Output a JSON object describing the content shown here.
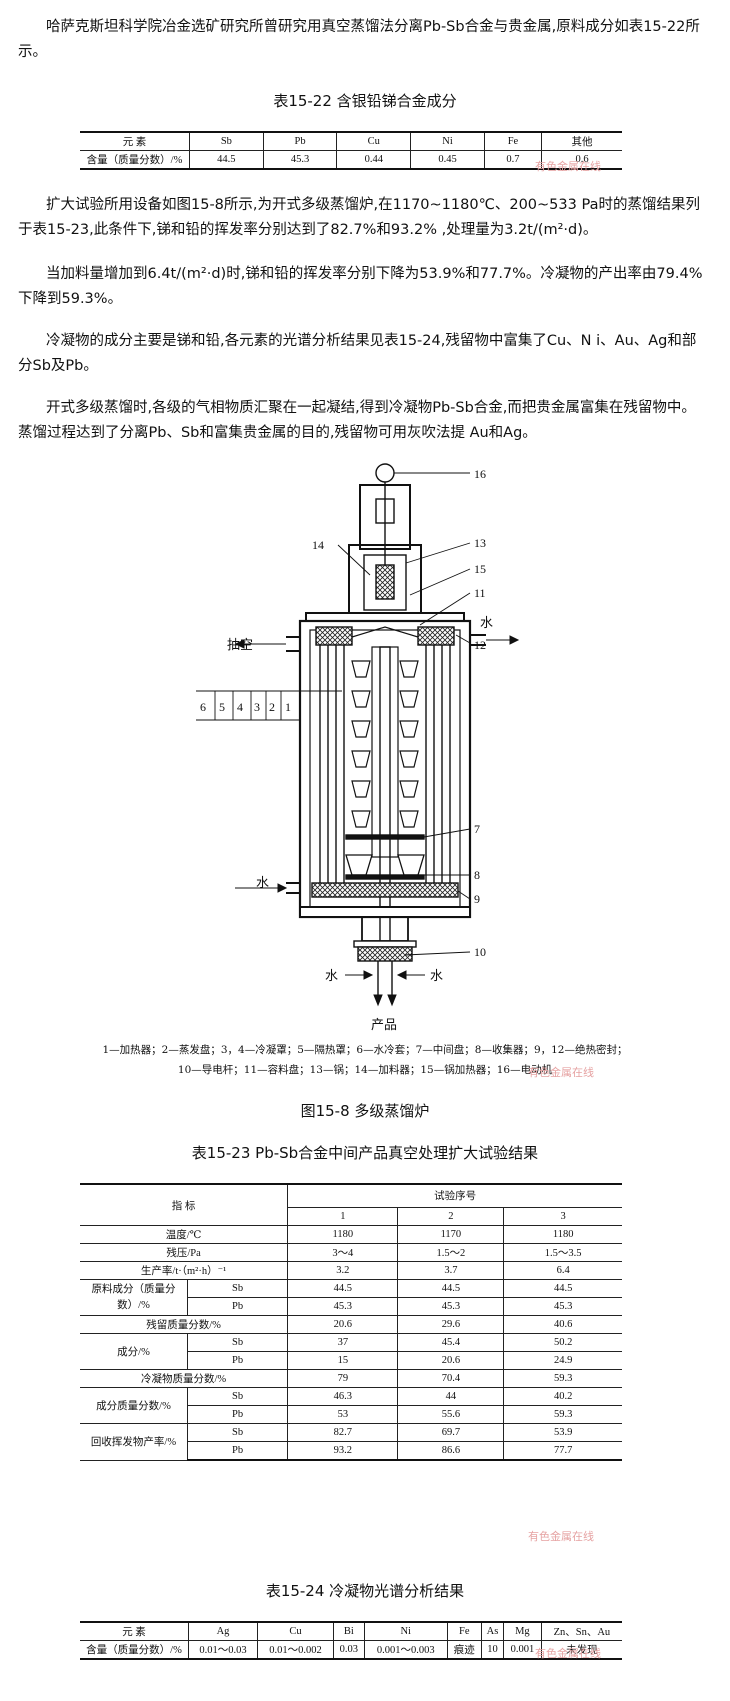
{
  "paragraphs": {
    "p1": "哈萨克斯坦科学院冶金选矿研究所曾研究用真空蒸馏法分离Pb-Sb合金与贵金属,原料成分如表15-22所示。",
    "p2": "扩大试验所用设备如图15-8所示,为开式多级蒸馏炉,在1170~1180℃、200~533 Pa时的蒸馏结果列于表15-23,此条件下,锑和铅的挥发率分别达到了82.7%和93.2% ,处理量为3.2t/(m²·d)。",
    "p3": "当加料量增加到6.4t/(m²·d)时,锑和铅的挥发率分别下降为53.9%和77.7%。冷凝物的产出率由79.4%下降到59.3%。",
    "p4": "冷凝物的成分主要是锑和铅,各元素的光谱分析结果见表15-24,残留物中富集了Cu、N i、Au、Ag和部分Sb及Pb。",
    "p5": "开式多级蒸馏时,各级的气相物质汇聚在一起凝结,得到冷凝物Pb-Sb合金,而把贵金属富集在残留物中。蒸馏过程达到了分离Pb、Sb和富集贵金属的目的,残留物可用灰吹法提 Au和Ag。"
  },
  "table22": {
    "caption": "表15-22 含银铅锑合金成分",
    "header": [
      "元 素",
      "Sb",
      "Pb",
      "Cu",
      "Ni",
      "Fe",
      "其他"
    ],
    "row": [
      "含量（质量分数）/%",
      "44.5",
      "45.3",
      "0.44",
      "0.45",
      "0.7",
      "0.6"
    ]
  },
  "figure": {
    "caption": "图15-8 多级蒸馏炉",
    "legend_line1": "1—加热器；2—蒸发盘；3，4—冷凝罩；5—隔热罩；6—水冷套；7—中间盘；8—收集器；9，12—绝热密封；",
    "legend_line2": "10—导电杆；11—容料盘；13—锅；14—加料器；15—锅加热器；16—电动机",
    "labels": {
      "vacuum": "抽空",
      "water_out": "水",
      "water_in": "水",
      "water_left": "水",
      "water_right": "水",
      "product": "产品",
      "n1": "1",
      "n2": "2",
      "n3": "3",
      "n4": "4",
      "n5": "5",
      "n6": "6",
      "n7": "7",
      "n8": "8",
      "n9": "9",
      "n10": "10",
      "n11": "11",
      "n12": "12",
      "n13": "13",
      "n14": "14",
      "n15": "15",
      "n16": "16"
    }
  },
  "table23": {
    "caption": "表15-23 Pb-Sb合金中间产品真空处理扩大试验结果",
    "indicator": "指 标",
    "trial_no": "试验序号",
    "trials": [
      "1",
      "2",
      "3"
    ],
    "rows": {
      "temp": {
        "label": "温度/℃",
        "v": [
          "1180",
          "1170",
          "1180"
        ]
      },
      "pressure": {
        "label": "残压/Pa",
        "v": [
          "3～4",
          "1.5～2",
          "1.5～3.5"
        ]
      },
      "rate": {
        "label": "生产率/t·（m²·h）⁻¹",
        "v": [
          "3.2",
          "3.7",
          "6.4"
        ]
      },
      "raw_group": "原料成分（质量分数）/%",
      "raw_sb": {
        "label": "Sb",
        "v": [
          "44.5",
          "44.5",
          "44.5"
        ]
      },
      "raw_pb": {
        "label": "Pb",
        "v": [
          "45.3",
          "45.3",
          "45.3"
        ]
      },
      "residue": {
        "label": "残留质量分数/%",
        "v": [
          "20.6",
          "29.6",
          "40.6"
        ]
      },
      "comp_group": "成分/%",
      "comp_sb": {
        "label": "Sb",
        "v": [
          "37",
          "45.4",
          "50.2"
        ]
      },
      "comp_pb": {
        "label": "Pb",
        "v": [
          "15",
          "20.6",
          "24.9"
        ]
      },
      "cond": {
        "label": "冷凝物质量分数/%",
        "v": [
          "79",
          "70.4",
          "59.3"
        ]
      },
      "ccomp_group": "成分质量分数/%",
      "ccomp_sb": {
        "label": "Sb",
        "v": [
          "46.3",
          "44",
          "40.2"
        ]
      },
      "ccomp_pb": {
        "label": "Pb",
        "v": [
          "53",
          "55.6",
          "59.3"
        ]
      },
      "rec_group": "回收挥发物产率/%",
      "rec_sb": {
        "label": "Sb",
        "v": [
          "82.7",
          "69.7",
          "53.9"
        ]
      },
      "rec_pb": {
        "label": "Pb",
        "v": [
          "93.2",
          "86.6",
          "77.7"
        ]
      }
    }
  },
  "table24": {
    "caption": "表15-24 冷凝物光谱分析结果",
    "header": [
      "元 素",
      "Ag",
      "Cu",
      "Bi",
      "Ni",
      "Fe",
      "As",
      "Mg",
      "Zn、Sn、Au"
    ],
    "row": [
      "含量（质量分数）/%",
      "0.01～0.03",
      "0.01～0.002",
      "0.03",
      "0.001～0.003",
      "痕迹",
      "10",
      "0.001",
      "未发现"
    ]
  },
  "watermark": "有色金属在线"
}
